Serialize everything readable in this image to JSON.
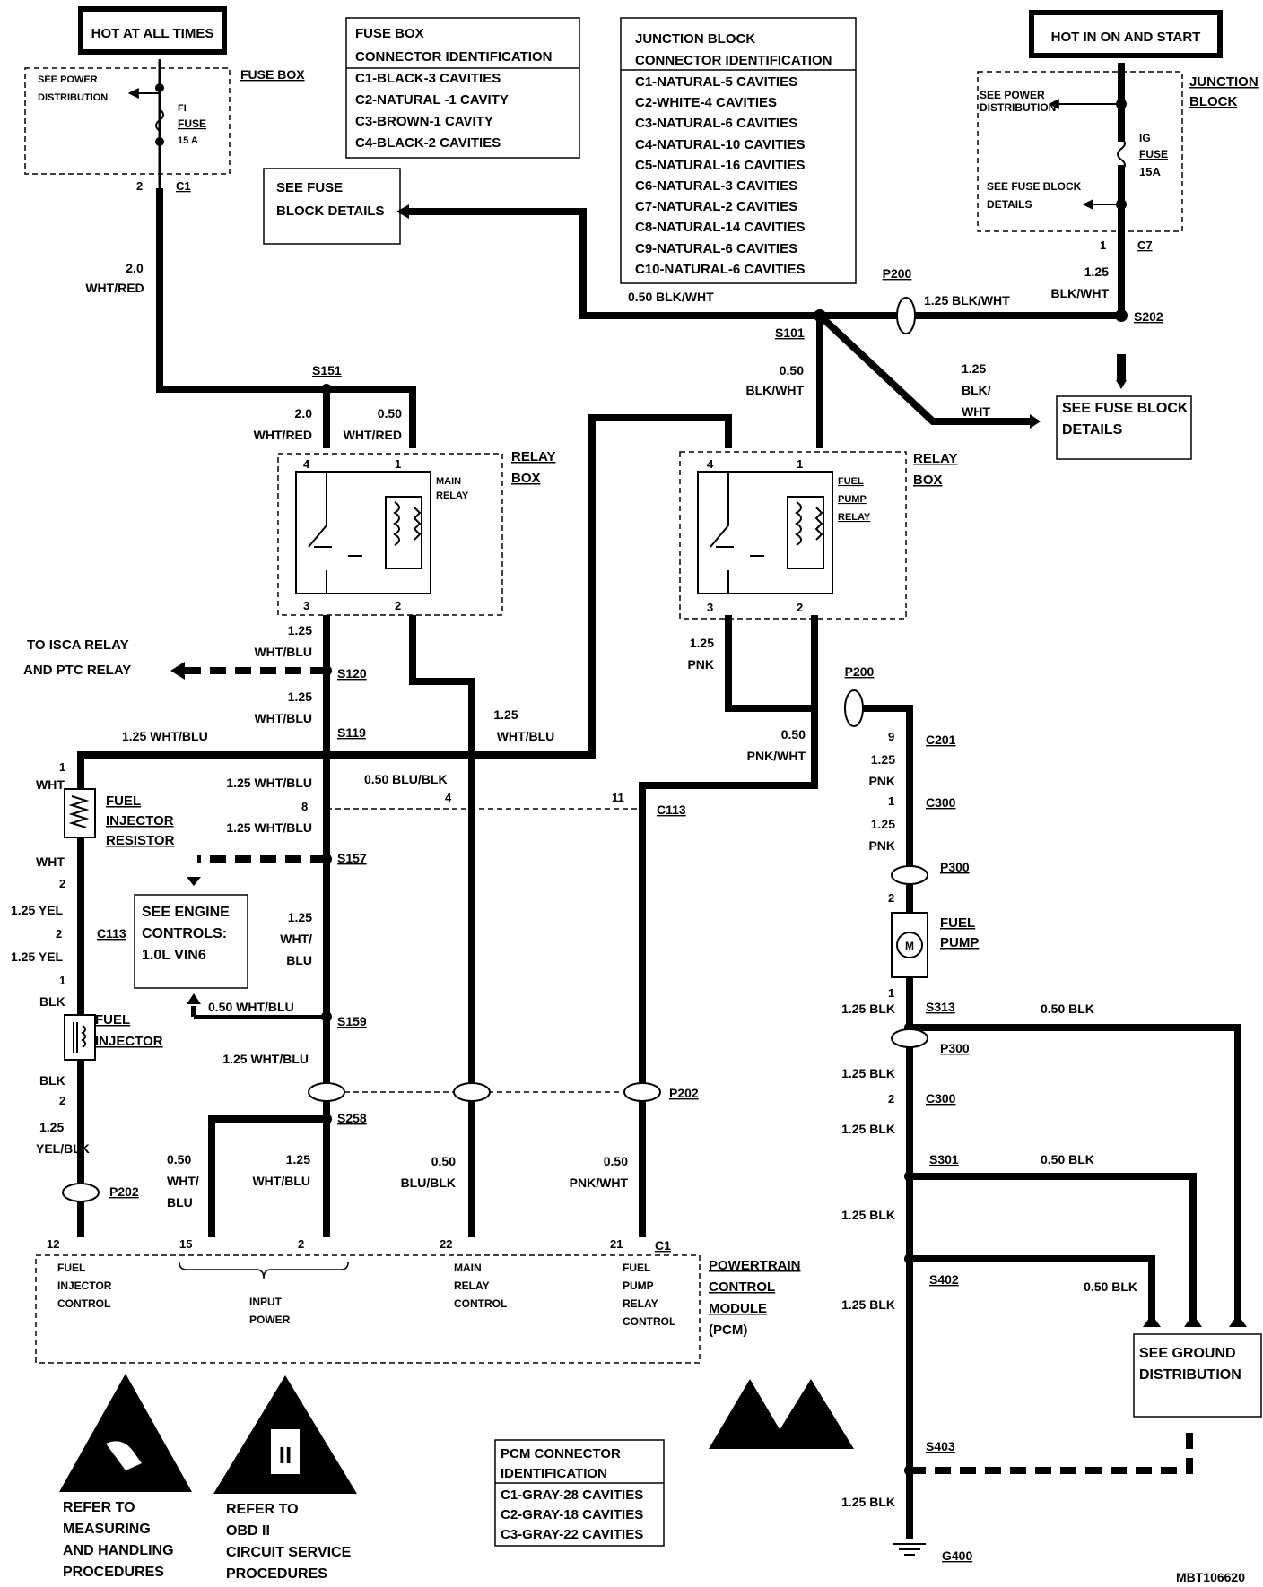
{
  "header_boxes": {
    "hot_at_all_times": "HOT AT ALL TIMES",
    "hot_in_on_and_start": "HOT IN ON AND START"
  },
  "fuse_box": {
    "title": "FUSE BOX",
    "see_power_distribution": [
      "SEE POWER",
      "DISTRIBUTION"
    ],
    "fuse": [
      "FI",
      "FUSE",
      "15 A"
    ],
    "pin": "2",
    "connector": "C1"
  },
  "fuse_box_connector_id": {
    "title": [
      "FUSE BOX",
      "CONNECTOR IDENTIFICATION"
    ],
    "rows": [
      "C1-BLACK-3 CAVITIES",
      "C2-NATURAL -1 CAVITY",
      "C3-BROWN-1 CAVITY",
      "C4-BLACK-2 CAVITIES"
    ]
  },
  "junction_block_connector_id": {
    "title": [
      "JUNCTION BLOCK",
      "CONNECTOR IDENTIFICATION"
    ],
    "rows": [
      "C1-NATURAL-5 CAVITIES",
      "C2-WHITE-4 CAVITIES",
      "C3-NATURAL-6 CAVITIES",
      "C4-NATURAL-10 CAVITIES",
      "C5-NATURAL-16 CAVITIES",
      "C6-NATURAL-3 CAVITIES",
      "C7-NATURAL-2 CAVITIES",
      "C8-NATURAL-14 CAVITIES",
      "C9-NATURAL-6 CAVITIES",
      "C10-NATURAL-6 CAVITIES"
    ]
  },
  "junction_block": {
    "title": [
      "JUNCTION",
      "BLOCK"
    ],
    "see_power_distribution": [
      "SEE POWER",
      "DISTRIBUTION"
    ],
    "see_fuse_block_details": [
      "SEE FUSE BLOCK",
      "DETAILS"
    ],
    "fuse": [
      "IG",
      "FUSE",
      "15A"
    ],
    "pin": "1",
    "connector": "C7"
  },
  "see_fuse_block_details_left": [
    "SEE FUSE",
    "BLOCK DETAILS"
  ],
  "see_fuse_block_details_right": [
    "SEE FUSE BLOCK",
    "DETAILS"
  ],
  "wires": {
    "w20_whtred": [
      "2.0",
      "WHT/RED"
    ],
    "w050_blkwht": "0.50 BLK/WHT",
    "w125_blkwht": "1.25 BLK/WHT",
    "w125_blkwht_jb": [
      "1.25",
      "BLK/WHT"
    ],
    "w050_blkwht_s101": [
      "0.50",
      "BLK/WHT"
    ],
    "w125_blk_wht": [
      "1.25",
      "BLK/",
      "WHT"
    ],
    "w20_whtred_relay": [
      "2.0",
      "WHT/RED"
    ],
    "w050_whtred_relay": [
      "0.50",
      "WHT/RED"
    ],
    "w125_whtblu_a": [
      "1.25",
      "WHT/BLU"
    ],
    "w125_whtblu_b": [
      "1.25",
      "WHT/BLU"
    ],
    "w125_whtblu_relay2": [
      "1.25",
      "WHT/BLU"
    ],
    "w125_whtblu_s119": "1.25 WHT/BLU",
    "w125_pnk": [
      "1.25",
      "PNK"
    ],
    "w050_pnkwht": [
      "0.50",
      "PNK/WHT"
    ],
    "w125_whtblu_c": "1.25 WHT/BLU",
    "w125_whtblu_d": "1.25 WHT/BLU",
    "w050_blublk": "0.50 BLU/BLK",
    "w125_wht_blu_vert": [
      "1.25",
      "WHT/",
      "BLU"
    ],
    "w050_whtblu_s159": "0.50 WHT/BLU",
    "w125_whtblu_e": "1.25 WHT/BLU",
    "wht_top": "WHT",
    "wht_bot": "WHT",
    "w125_yel_a": "1.25 YEL",
    "w125_yel_b": "1.25 YEL",
    "blk_a": "BLK",
    "blk_b": "BLK",
    "w125_yelblk": [
      "1.25",
      "YEL/BLK"
    ],
    "w050_wht_blu": [
      "0.50",
      "WHT/",
      "BLU"
    ],
    "w125_whtblu_f": [
      "1.25",
      "WHT/BLU"
    ],
    "w050_blublk_b": [
      "0.50",
      "BLU/BLK"
    ],
    "w050_pnkwht_b": [
      "0.50",
      "PNK/WHT"
    ],
    "w125_pnk_c201": [
      "1.25",
      "PNK"
    ],
    "w125_pnk_c300": [
      "1.25",
      "PNK"
    ],
    "w125_blk_s313": "1.25 BLK",
    "w050_blk_s313": "0.50 BLK",
    "w125_blk_p300": "1.25 BLK",
    "w125_blk_c300": "1.25 BLK",
    "w050_blk_s301": "0.50 BLK",
    "w125_blk_s301": "1.25 BLK",
    "w125_blk_s402": "1.25 BLK",
    "w050_blk_s402": "0.50 BLK",
    "w125_blk_g400": "1.25 BLK"
  },
  "splices": {
    "s151": "S151",
    "s101": "S101",
    "s202": "S202",
    "s120": "S120",
    "s119": "S119",
    "s157": "S157",
    "s159": "S159",
    "s258": "S258",
    "s313": "S313",
    "s301": "S301",
    "s402": "S402",
    "s403": "S403"
  },
  "connectors": {
    "p200_top": "P200",
    "p200_mid": "P200",
    "c201": "C201",
    "c300_a": "C300",
    "p300_a": "P300",
    "p300_b": "P300",
    "c300_b": "C300",
    "c113_a": "C113",
    "c113_b": "C113",
    "p202_a": "P202",
    "p202_b": "P202",
    "c1_pcm": "C1",
    "g400": "G400"
  },
  "pins": {
    "c201_pin": "9",
    "c300_pin_a": "1",
    "pump_pin_top": "2",
    "pump_pin_bot": "1",
    "c300_pin_b": "2",
    "c113_pin_8": "8",
    "c113_pin_4": "4",
    "c113_pin_11": "11",
    "c113_pin_2": "2",
    "inj_res_1": "1",
    "inj_res_2": "2",
    "inj_1": "1",
    "inj_2": "2",
    "pcm_12": "12",
    "pcm_15": "15",
    "pcm_2": "2",
    "pcm_22": "22",
    "pcm_21": "21",
    "main_relay_4": "4",
    "main_relay_1": "1",
    "main_relay_3": "3",
    "main_relay_2": "2",
    "fp_relay_4": "4",
    "fp_relay_1": "1",
    "fp_relay_3": "3",
    "fp_relay_2": "2"
  },
  "relays": {
    "main_relay": [
      "MAIN",
      "RELAY"
    ],
    "relay_box_left": [
      "RELAY",
      "BOX"
    ],
    "fuel_pump_relay": [
      "FUEL",
      "PUMP",
      "RELAY"
    ],
    "relay_box_right": [
      "RELAY",
      "BOX"
    ]
  },
  "components": {
    "to_isca": [
      "TO ISCA RELAY",
      "AND PTC RELAY"
    ],
    "fuel_injector_resistor": [
      "FUEL",
      "INJECTOR",
      "RESISTOR"
    ],
    "see_engine_controls": [
      "SEE ENGINE",
      "CONTROLS:",
      "1.0L VIN6"
    ],
    "fuel_injector": [
      "FUEL",
      "INJECTOR"
    ],
    "fuel_pump": [
      "FUEL",
      "PUMP"
    ],
    "fuel_pump_motor": "M",
    "see_ground_distribution": [
      "SEE GROUND",
      "DISTRIBUTION"
    ]
  },
  "pcm": {
    "title": [
      "POWERTRAIN",
      "CONTROL",
      "MODULE",
      "(PCM)"
    ],
    "fuel_injector_control": [
      "FUEL",
      "INJECTOR",
      "CONTROL"
    ],
    "input_power": [
      "INPUT",
      "POWER"
    ],
    "main_relay_control": [
      "MAIN",
      "RELAY",
      "CONTROL"
    ],
    "fuel_pump_relay_control": [
      "FUEL",
      "PUMP",
      "RELAY",
      "CONTROL"
    ]
  },
  "pcm_connector_id": {
    "title": [
      "PCM CONNECTOR",
      "IDENTIFICATION"
    ],
    "rows": [
      "C1-GRAY-28 CAVITIES",
      "C2-GRAY-18 CAVITIES",
      "C3-GRAY-22 CAVITIES"
    ]
  },
  "legends": {
    "measuring": [
      "REFER TO",
      "MEASURING",
      "AND HANDLING",
      "PROCEDURES"
    ],
    "obd": [
      "REFER TO",
      "OBD II",
      "CIRCUIT SERVICE",
      "PROCEDURES"
    ],
    "obd_symbol": "II",
    "obd_small": "OBDII"
  },
  "footer_code": "MBT106620"
}
